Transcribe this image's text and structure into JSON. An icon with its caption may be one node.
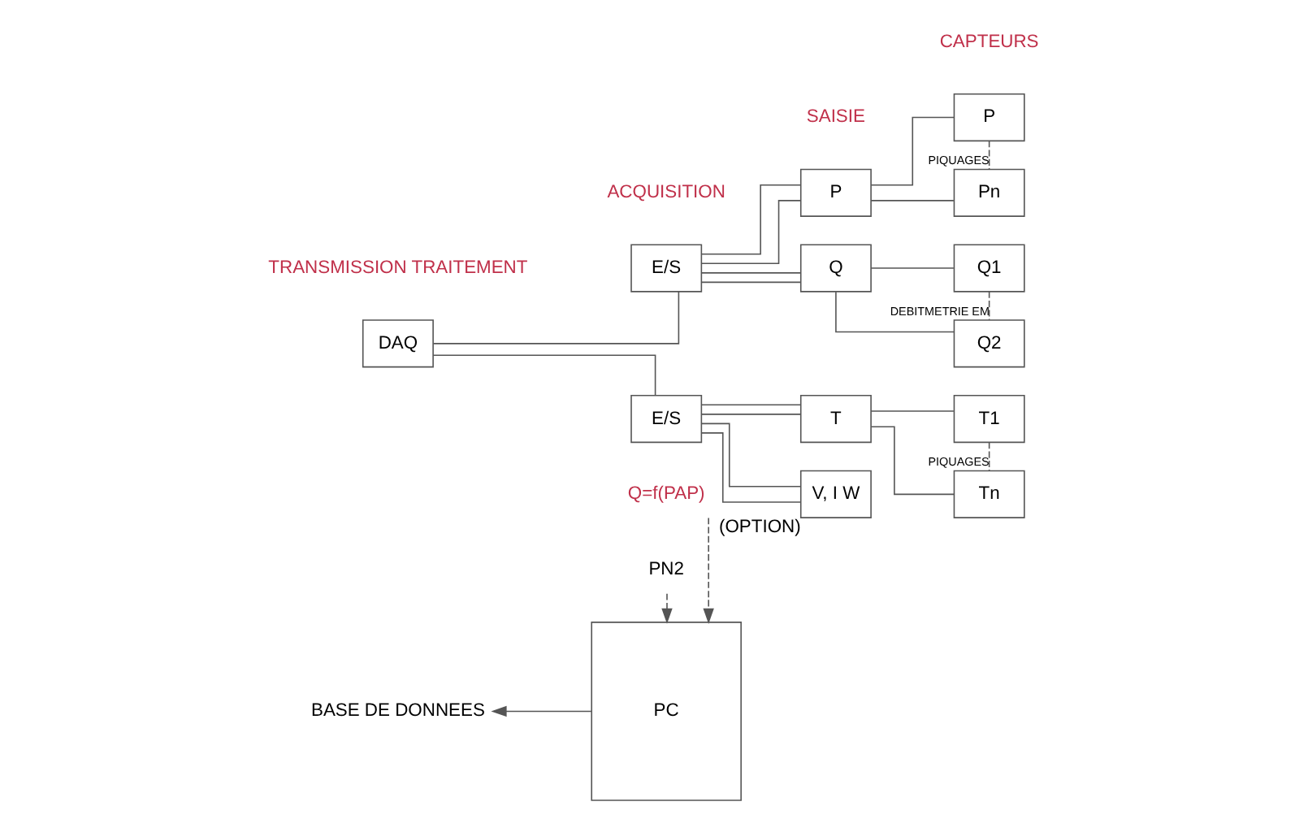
{
  "diagram": {
    "nodes": [
      {
        "text": [
          "PC"
        ]
      },
      {
        "text": [
          "DAQ"
        ]
      },
      {
        "text": [
          "E/S"
        ]
      },
      {
        "text": [
          "E/S"
        ]
      },
      {
        "text": [
          "P"
        ]
      },
      {
        "text": [
          "Q"
        ]
      },
      {
        "text": [
          "T"
        ]
      },
      {
        "text": [
          "V, I W"
        ],
        "beside": [
          "(OPTION)"
        ]
      },
      {
        "text": [
          "P"
        ]
      },
      {
        "text": [
          "Pn"
        ]
      },
      {
        "text": [
          "Q1"
        ]
      },
      {
        "text": [
          "Q2"
        ]
      },
      {
        "text": [
          "T1"
        ]
      },
      {
        "text": [
          "Tn"
        ]
      },
      {
        "text": [
          "BASE DE DONNEES"
        ]
      },
      {
        "text": [
          "Q=f(PAP)"
        ]
      },
      {
        "text": [
          "PN2"
        ]
      }
    ],
    "edges": [
      {
        "from": 0,
        "to": 14,
        "arrow": "to"
      },
      {
        "from": 15,
        "to": 0,
        "arrow": "to",
        "style": "dashed"
      },
      {
        "from": 16,
        "to": 0,
        "arrow": "to",
        "style": "dashed"
      },
      {
        "from": 1,
        "to": 2,
        "arrow": "none"
      },
      {
        "from": 1,
        "to": 3,
        "arrow": "none"
      },
      {
        "from": 2,
        "to": 4,
        "arrow": "none"
      },
      {
        "from": 2,
        "to": 4,
        "arrow": "none"
      },
      {
        "from": 2,
        "to": 5,
        "arrow": "none"
      },
      {
        "from": 2,
        "to": 5,
        "arrow": "none"
      },
      {
        "from": 3,
        "to": 6,
        "arrow": "none"
      },
      {
        "from": 3,
        "to": 6,
        "arrow": "none"
      },
      {
        "from": 3,
        "to": 7,
        "arrow": "none"
      },
      {
        "from": 3,
        "to": 7,
        "arrow": "none"
      },
      {
        "from": 4,
        "to": 8,
        "arrow": "none"
      },
      {
        "from": 4,
        "to": 9,
        "arrow": "none"
      },
      {
        "from": 5,
        "to": 10,
        "arrow": "none"
      },
      {
        "from": 5,
        "to": 11,
        "arrow": "none"
      },
      {
        "from": 6,
        "to": 12,
        "arrow": "none"
      },
      {
        "from": 6,
        "to": 13,
        "arrow": "none"
      },
      {
        "from": 8,
        "to": 9,
        "arrow": "none",
        "style": "dashed",
        "label": "PIQUAGES"
      },
      {
        "from": 10,
        "to": 11,
        "arrow": "none",
        "style": "dashed",
        "label": "DEBITMETRIE EM"
      },
      {
        "from": 12,
        "to": 13,
        "arrow": "none",
        "style": "dashed",
        "label": "PIQUAGES"
      }
    ],
    "labels": [
      "TRANSMISSION TRAITEMENT",
      "ACQUISITION",
      "SAISIE",
      "CAPTEURS"
    ]
  }
}
